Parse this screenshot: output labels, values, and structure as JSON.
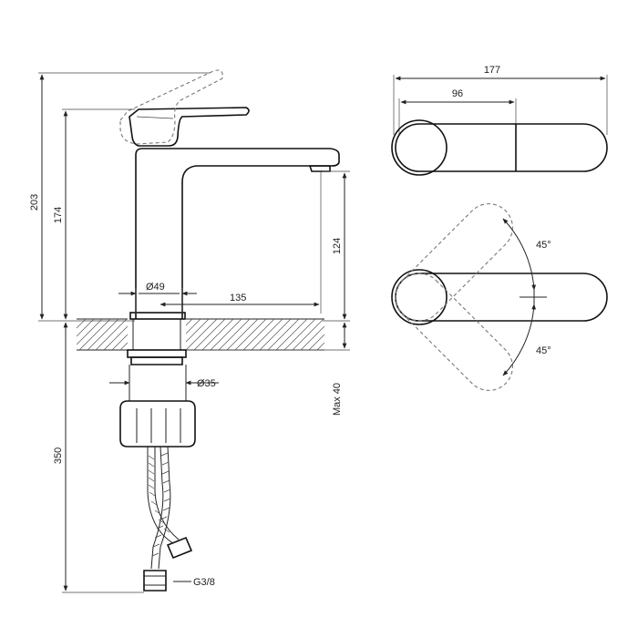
{
  "dimensions": {
    "total_height": "203",
    "spout_height": "174",
    "outlet_height": "124",
    "body_diameter": "Ø49",
    "spout_reach": "135",
    "shank_diameter": "Ø35",
    "max_counter": "Max 40",
    "hose_length": "350",
    "connection": "G3/8",
    "top_width": "177",
    "handle_width": "96",
    "angle_upper": "45°",
    "angle_lower": "45°"
  }
}
